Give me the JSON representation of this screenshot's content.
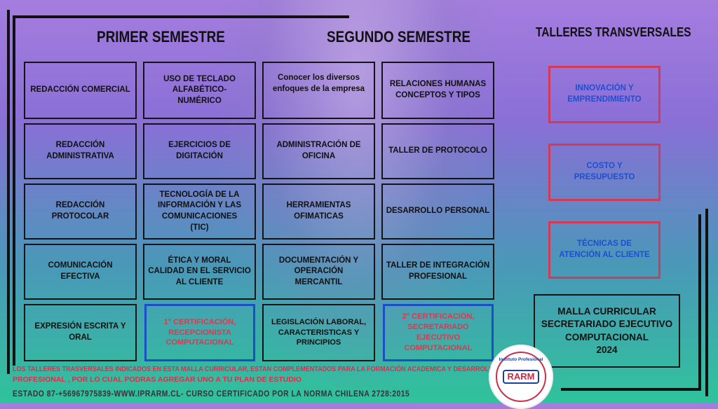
{
  "headings": {
    "primer": "PRIMER SEMESTRE",
    "segundo": "SEGUNDO SEMESTRE",
    "talleres": "TALLERES TRANSVERSALES"
  },
  "primer_semestre": {
    "col1": [
      "REDACCIÓN COMERCIAL",
      "REDACCIÓN ADMINISTRATIVA",
      "REDACCIÓN PROTOCOLAR",
      "COMUNICACIÓN EFECTIVA",
      "EXPRESIÓN ESCRITA Y ORAL"
    ],
    "col2": [
      "USO DE TECLADO ALFABÉTICO-\nNUMÉRICO",
      "EJERCICIOS DE DIGITACIÓN",
      "TECNOLOGÍA DE LA\nINFORMACIÓN Y LAS\nCOMUNICACIONES\n(TIC)",
      "ÉTICA Y  MORAL\nCALIDAD EN EL SERVICIO\nAL CLIENTE",
      "1° CERTIFICACIÓN,\nRECEPCIONISTA\nCOMPUTACIONAL"
    ]
  },
  "segundo_semestre": {
    "col1": [
      "Conocer los diversos\nenfoques de la empresa",
      "ADMINISTRACIÓN DE OFICINA",
      "HERRAMIENTAS OFIMATICAS",
      "DOCUMENTACIÓN Y OPERACIÓN\nMERCANTIL",
      "LEGISLACIÓN LABORAL,\nCARACTERISTICAS Y PRINCIPIOS"
    ],
    "col2": [
      "RELACIONES HUMANAS\nCONCEPTOS Y TIPOS",
      "TALLER DE PROTOCOLO",
      "DESARROLLO PERSONAL",
      "TALLER DE INTEGRACIÓN\nPROFESIONAL",
      "2° CERTIFICACIÓN,\nSECRETARIADO EJECUTIVO\nCOMPUTACIONAL"
    ]
  },
  "talleres": [
    "INNOVACIÓN Y\nEMPRENDIMIENTO",
    "COSTO Y\nPRESUPUESTO",
    "TÉCNICAS DE\nATENCIÓN AL CLIENTE"
  ],
  "malla": "MALLA CURRICULAR\nSECRETARIADO EJECUTIVO\nCOMPUTACIONAL\n2024",
  "footer": {
    "note_line1": "LOS TALLERES TRASVERSALES INDICADOS EN ESTA MALLA CURRICULAR, ESTAN COMPLEMENTADOS PARA LA FORMACIÓN ACADEMICA Y DESARROLLO",
    "note_line2": "PROFESIONAL , POR LO CUAL PODRAS AGREGAR UNO A TU PLAN DE ESTUDIO",
    "state": "ESTADO 87-+56967975839-WWW.IPRARM.CL- CURSO CERTIFICADO POR LA NORMA CHILENA 2728:2015"
  },
  "logo": {
    "arc_text": "Instituto Profesional",
    "name": "RARM"
  },
  "colors": {
    "cert_border": "#1d4fc4",
    "cert_text": "#e0364f",
    "taller_border": "#d23a58",
    "taller_text": "#1e4fd0",
    "note_text": "#e8294a"
  }
}
